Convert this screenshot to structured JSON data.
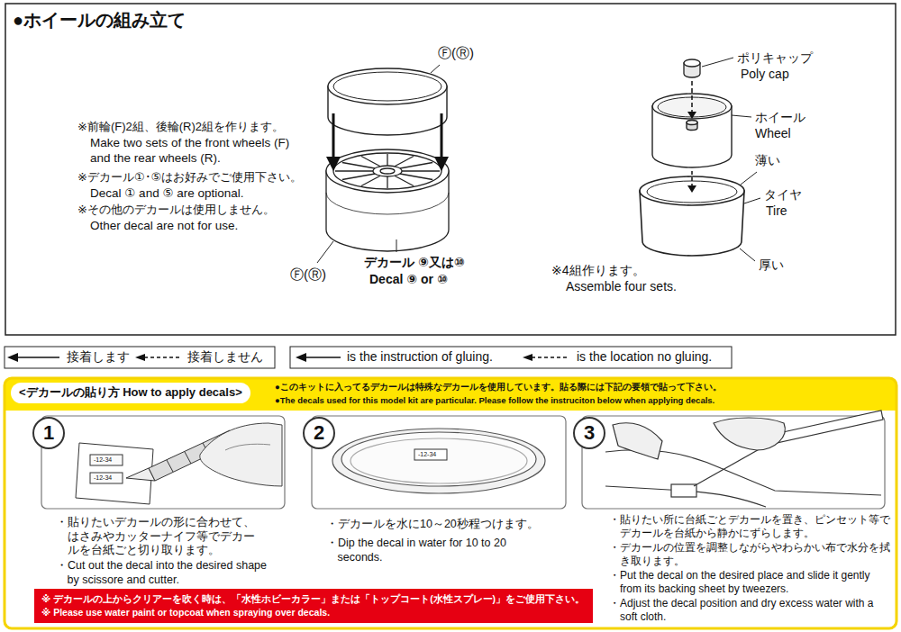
{
  "diagram": {
    "title": "●ホイールの組み立て",
    "nodes": [
      {
        "text": [
          "<デカールの貼り方 How to apply decals>",
          "●このキットに入ってるデカールは特殊なデカールを使用しています。貼る際には下記の要領で貼って下さい。",
          "●The decals used for this model kit are particular. Please follow the instruciton below when applying decals."
        ]
      },
      {
        "text": [
          "1",
          "・貼りたいデカールの形に合わせて、はさみやカッターナイフ等でデカールを台紙ごと切り取ります。",
          "・Cut out the decal into the desired shape by scissore and cutter."
        ],
        "in": 0
      },
      {
        "text": [
          "2",
          "・デカールを水に10～20秒程つけます。",
          "・Dip the decal in water for 10 to 20 seconds."
        ],
        "in": 0
      },
      {
        "text": [
          "3",
          "・貼りたい所に台紙ごとデカールを置き、ピンセット等でデカールを台紙から静かにずらします。",
          "・デカールの位置を調整しながらやわらかい布で水分を拭き取ります。",
          "・Put the decal on the desired place and slide it gently from its backing sheet by tweezers.",
          "・Adjust the decal position and dry excess water with a soft cloth."
        ],
        "in": 0
      },
      {
        "text": [
          "※ デカールの上からクリアーを吹く時は、「水性ホビーカラー」または「トップコート(水性スプレー)」をご使用下さい。",
          "※ Please use water paint or topcoat when spraying over decals."
        ],
        "in": 0
      }
    ],
    "labels": [
      "Ⓕ(Ⓡ)",
      "※前輪(F)2組、後輪(R)2組を作ります。",
      "Make two sets of the front wheels (F) and the rear wheels (R).",
      "※デカール①･⑤はお好みでご使用下さい。",
      "Decal ① and ⑤ are optional.",
      "※その他のデカールは使用しません。",
      "Other decal are not for use.",
      "Ⓕ(Ⓡ)",
      "デカール ⑨又は⑩",
      "Decal ⑨ or ⑩",
      "ポリキャップ",
      "Poly cap",
      "ホイール",
      "Wheel",
      "薄い",
      "タイヤ",
      "Tire",
      "厚い",
      "※4組作ります。",
      "Assemble four sets.",
      "-12-34",
      "-12-34",
      "-12-34"
    ],
    "legend": [
      {
        "text": "接着します"
      },
      {
        "text": "接着しません"
      },
      {
        "text": "is the instruction of gluing."
      },
      {
        "text": "is the location no gluing."
      }
    ]
  }
}
